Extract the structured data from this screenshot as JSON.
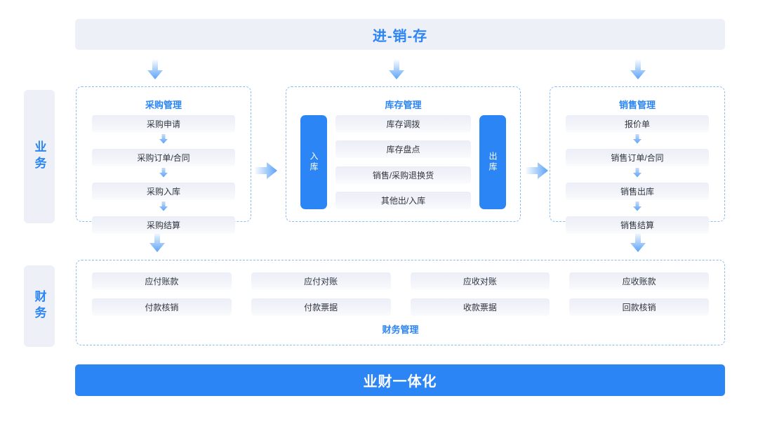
{
  "top_banner": {
    "title": "进-销-存"
  },
  "bottom_banner": {
    "title": "业财一体化"
  },
  "side_labels": [
    {
      "name": "business",
      "text": "业务"
    },
    {
      "name": "finance",
      "text": "财务"
    }
  ],
  "panels": {
    "purchase": {
      "title": "采购管理",
      "items": [
        "采购申请",
        "采购订单/合同",
        "采购入库",
        "采购结算"
      ]
    },
    "inventory": {
      "title": "库存管理",
      "in_label": "入库",
      "out_label": "出库",
      "items": [
        "库存调拨",
        "库存盘点",
        "销售/采购退换货",
        "其他出/入库"
      ]
    },
    "sales": {
      "title": "销售管理",
      "items": [
        "报价单",
        "销售订单/合同",
        "销售出库",
        "销售结算"
      ]
    },
    "finance": {
      "title": "财务管理",
      "items": [
        "应付账款",
        "应付对账",
        "应收对账",
        "应收账款",
        "付款核销",
        "付款票据",
        "收款票据",
        "回款核销"
      ]
    }
  },
  "colors": {
    "accent_blue": "#2b85f5",
    "panel_border": "#8cbcf5",
    "banner_bg": "#eef0f8",
    "pill_bg": "#eceef7",
    "text_dark": "#31353f"
  }
}
